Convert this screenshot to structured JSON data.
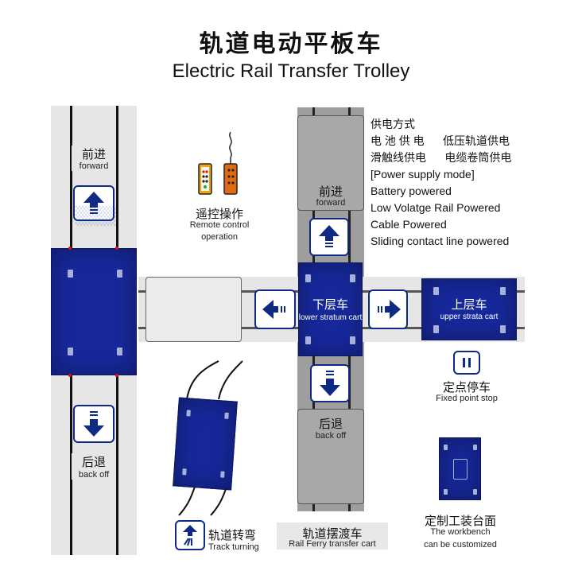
{
  "title": {
    "cn": "轨道电动平板车",
    "en": "Electric Rail Transfer Trolley"
  },
  "forward_left": {
    "cn": "前进",
    "en": "forward"
  },
  "backoff_left": {
    "cn": "后退",
    "en": "back off"
  },
  "remote": {
    "cn": "遥控操作",
    "en_line1": "Remote control",
    "en_line2": "operation"
  },
  "forward_ferry": {
    "cn": "前进",
    "en": "forward"
  },
  "backoff_ferry": {
    "cn": "后退",
    "en": "back off"
  },
  "lower_cart": {
    "cn": "下层车",
    "en": "lower stratum cart"
  },
  "upper_cart": {
    "cn": "上层车",
    "en": "upper strata cart"
  },
  "power": {
    "lines": [
      "供电方式",
      "电 池 供 电      低压轨道供电",
      "滑触线供电      电缆卷筒供电",
      "[Power supply mode]",
      "Battery powered",
      "Low Volatge Rail Powered",
      "Cable Powered",
      "Sliding contact line powered"
    ]
  },
  "fixed_stop": {
    "cn": "定点停车",
    "en": "Fixed point stop"
  },
  "workbench": {
    "cn": "定制工装台面",
    "en_line1": "The workbench",
    "en_line2": "can be customized"
  },
  "track_turning": {
    "cn": "轨道转弯",
    "en": "Track turning"
  },
  "ferry": {
    "cn": "轨道摆渡车",
    "en": "Rail Ferry transfer cart"
  },
  "colors": {
    "trolley": "#17289b",
    "arrow": "#0e2a85",
    "track": "#e6e6e6",
    "ferry_track": "#9e9e9e"
  }
}
